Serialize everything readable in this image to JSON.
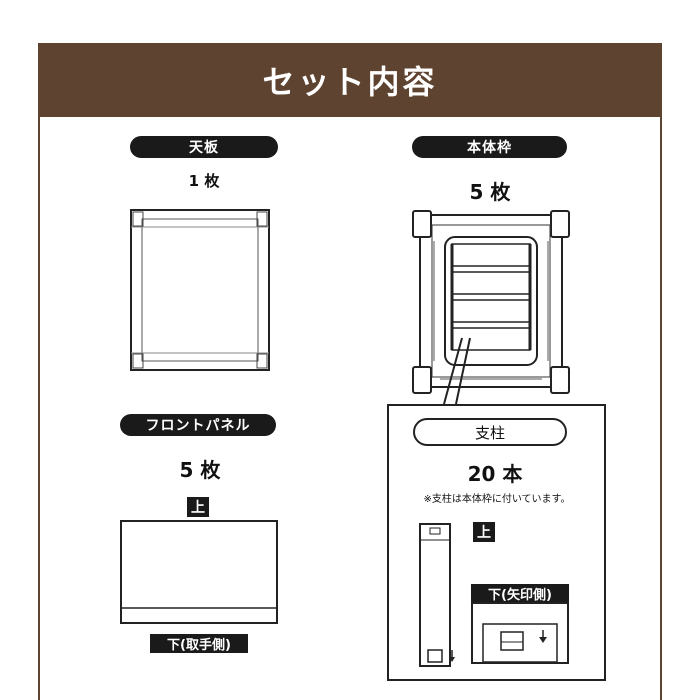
{
  "header": {
    "title": "セット内容"
  },
  "top_panel": {
    "label": "天板",
    "count": "1 枚"
  },
  "frame": {
    "label": "本体枠",
    "count": "5 枚"
  },
  "front_panel": {
    "label": "フロントパネル",
    "count": "5 枚",
    "top_mark": "上",
    "bottom_mark": "下(取手側)"
  },
  "post": {
    "label": "支柱",
    "count": "20 本",
    "note": "※支柱は本体枠に付いています。",
    "top_mark": "上",
    "bottom_mark": "下(矢印側)"
  },
  "colors": {
    "header_bg": "#5e4331",
    "label_bg": "#1a1a1a"
  }
}
